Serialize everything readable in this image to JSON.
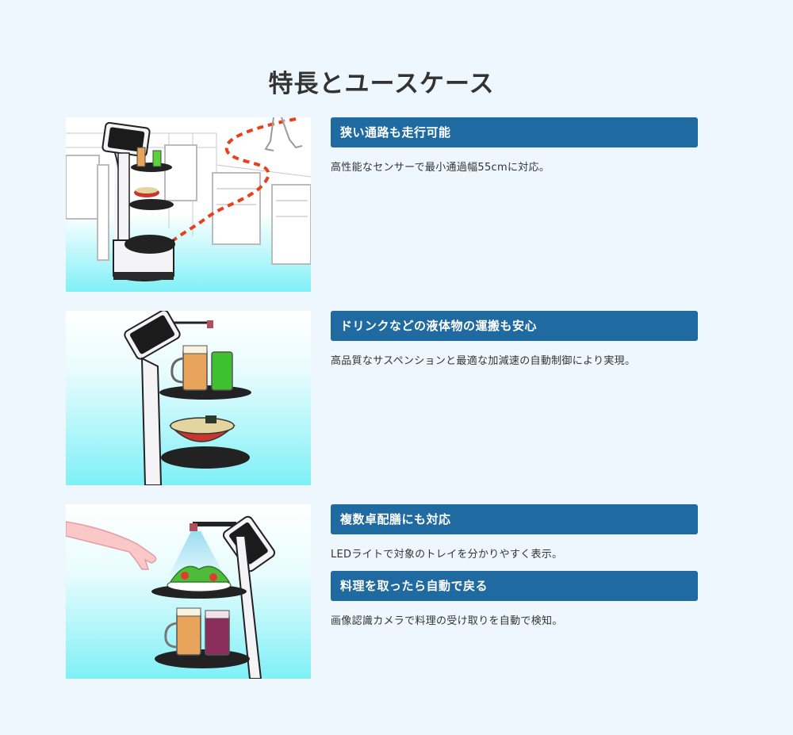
{
  "page": {
    "title": "特長とユースケース"
  },
  "features": [
    {
      "heading": "狭い通路も走行可能",
      "description": "高性能なセンサーで最小通過幅55cmに対応。"
    },
    {
      "heading": "ドリンクなどの液体物の運搬も安心",
      "description": "高品質なサスペンションと最適な加減速の自動制御により実現。"
    },
    {
      "heading": "複数卓配膳にも対応",
      "description": "LEDライトで対象のトレイを分かりやすく表示。"
    },
    {
      "heading": "料理を取ったら自動で戻る",
      "description": "画像認識カメラで料理の受け取りを自動で検知。"
    }
  ],
  "colors": {
    "background": "#eff7fe",
    "heading_bar": "#1f6aa0",
    "heading_text": "#ffffff",
    "floor_cyan": "#7ff0f7",
    "path_red": "#e8401c"
  }
}
